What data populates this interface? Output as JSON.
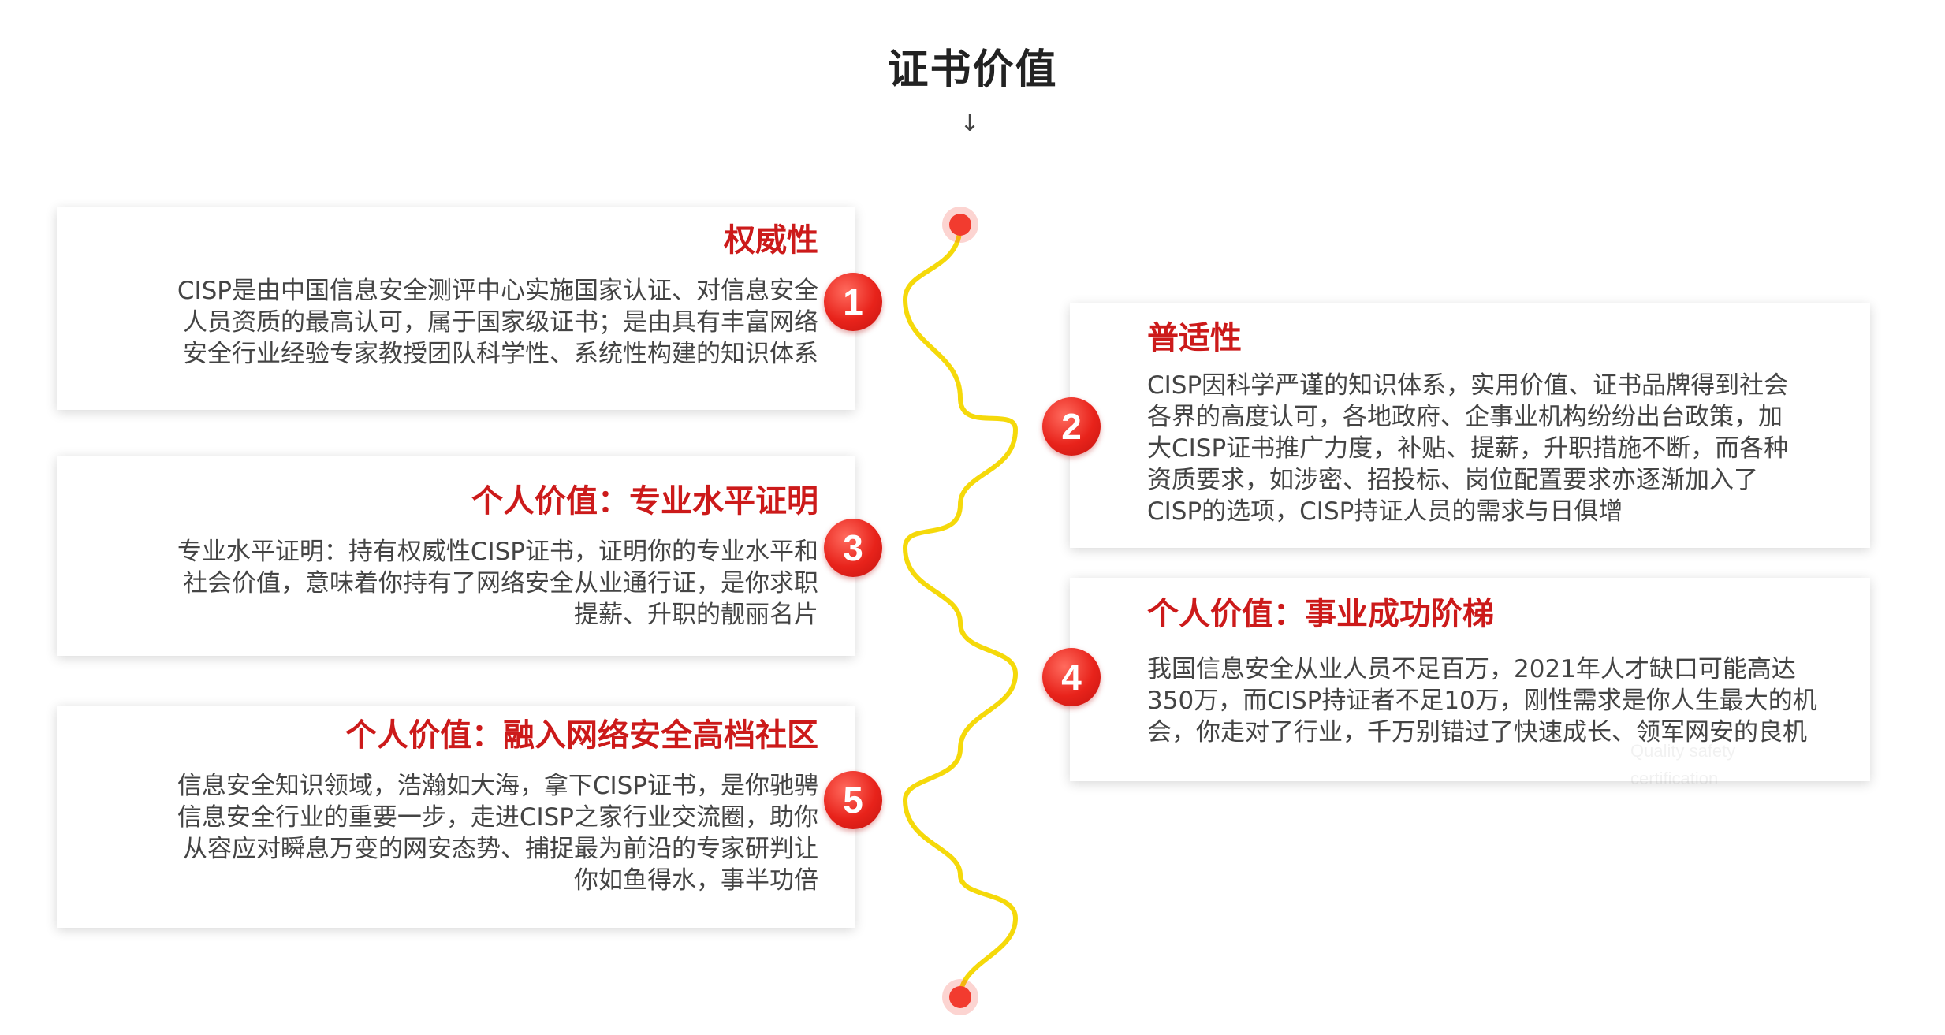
{
  "page": {
    "title": "证书价值",
    "arrow": "↓"
  },
  "colors": {
    "accent_red": "#cc1a1a",
    "badge_red": "#e8231b",
    "line_yellow": "#f5d90a"
  },
  "cards": [
    {
      "number": "1",
      "title": "权威性",
      "lines": [
        "CISP是由中国信息安全测评中心实施国家认证、对信息安全",
        "人员资质的最高认可，属于国家级证书；是由具有丰富网络",
        "安全行业经验专家教授团队科学性、系统性构建的知识体系"
      ]
    },
    {
      "number": "2",
      "title": "普适性",
      "lines": [
        "CISP因科学严谨的知识体系，实用价值、证书品牌得到社会",
        "各界的高度认可，各地政府、企事业机构纷纷出台政策，加",
        "大CISP证书推广力度，补贴、提薪，升职措施不断，而各种",
        "资质要求，如涉密、招投标、岗位配置要求亦逐渐加入了",
        "CISP的选项，CISP持证人员的需求与日俱增"
      ]
    },
    {
      "number": "3",
      "title": "个人价值：专业水平证明",
      "lines": [
        "专业水平证明：持有权威性CISP证书，证明你的专业水平和",
        "社会价值，意味着你持有了网络安全从业通行证，是你求职",
        "提薪、升职的靓丽名片"
      ]
    },
    {
      "number": "4",
      "title": "个人价值：事业成功阶梯",
      "lines": [
        "我国信息安全从业人员不足百万，2021年人才缺口可能高达",
        "350万，而CISP持证者不足10万，刚性需求是你人生最大的机",
        "会，你走对了行业，千万别错过了快速成长、领军网安的良机"
      ]
    },
    {
      "number": "5",
      "title": "个人价值：融入网络安全高档社区",
      "lines": [
        "信息安全知识领域，浩瀚如大海，拿下CISP证书，是你驰骋",
        "信息安全行业的重要一步，走进CISP之家行业交流圈，助你",
        "从容应对瞬息万变的网安态势、捕捉最为前沿的专家研判让",
        "你如鱼得水，事半功倍"
      ]
    }
  ],
  "watermark": {
    "line1": "Quality safety",
    "line2": "certification"
  }
}
